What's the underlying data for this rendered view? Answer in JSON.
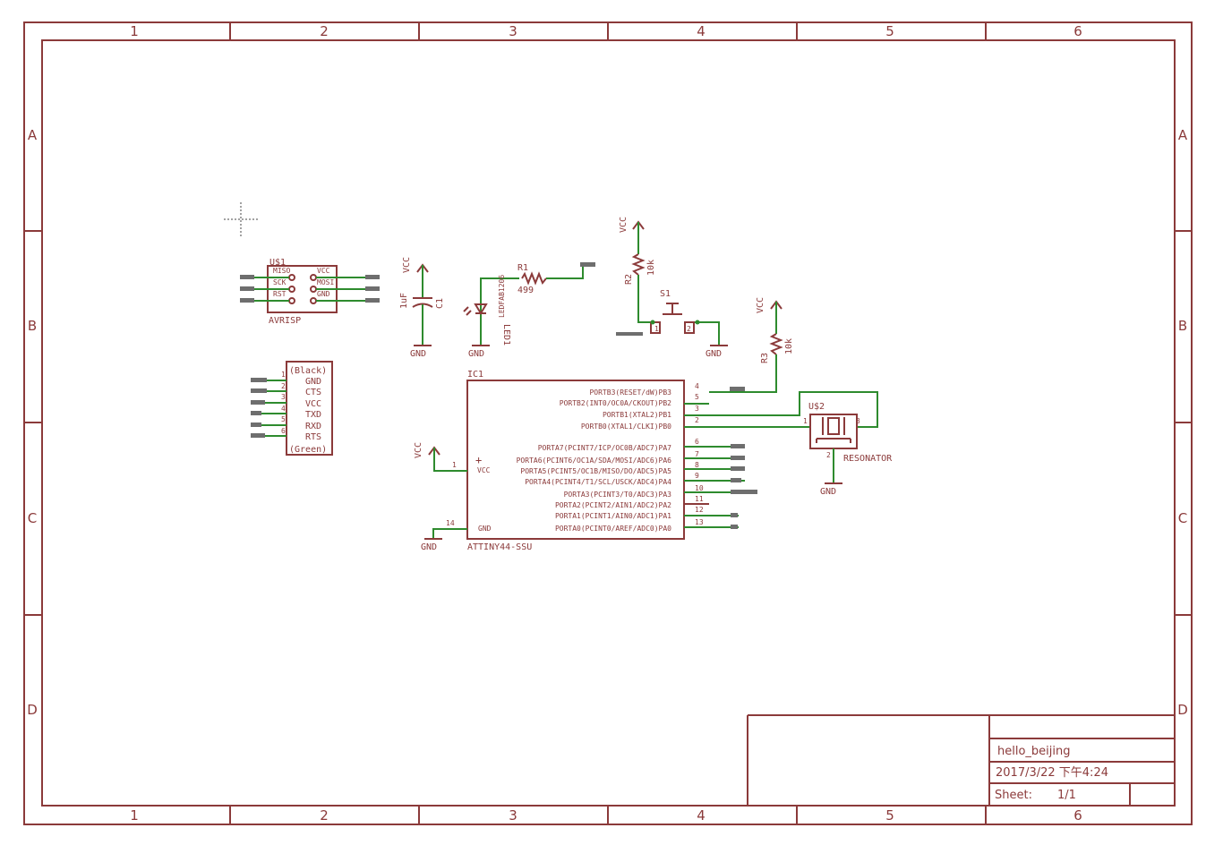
{
  "grid": {
    "columns": [
      "1",
      "2",
      "3",
      "4",
      "5",
      "6"
    ],
    "rows": [
      "A",
      "B",
      "C",
      "D"
    ]
  },
  "title_block": {
    "name": "hello_beijing",
    "date": "2017/3/22 下午4:24",
    "sheet_label": "Sheet:",
    "sheet_value": "1/1"
  },
  "components": {
    "isp": {
      "ref": "U$1",
      "value": "AVRISP",
      "pins_left": [
        "MISO",
        "SCK",
        "RST"
      ],
      "pins_right": [
        "VCC",
        "MOSI",
        "GND"
      ]
    },
    "ftdi": {
      "top": "(Black)",
      "bottom": "(Green)",
      "pins": [
        "GND",
        "CTS",
        "VCC",
        "TXD",
        "RXD",
        "RTS"
      ],
      "nums": [
        "1",
        "2",
        "3",
        "4",
        "5",
        "6"
      ]
    },
    "cap": {
      "ref": "C1",
      "value": "1uF",
      "net": "VCC",
      "gnd": "GND"
    },
    "led": {
      "ref": "LED1",
      "value": "LEDFAB1206",
      "gnd": "GND"
    },
    "r1": {
      "ref": "R1",
      "value": "499"
    },
    "r2": {
      "ref": "R2",
      "value": "10k",
      "net": "VCC"
    },
    "switch": {
      "ref": "S1",
      "pin1": "1",
      "pin2": "2",
      "gnd": "GND"
    },
    "r3": {
      "ref": "R3",
      "value": "10k",
      "net": "VCC"
    },
    "mcu": {
      "ref": "IC1",
      "value": "ATTINY44-SSU",
      "vcc_net": "VCC",
      "gnd_net": "GND",
      "vcc_pin": "VCC",
      "vcc_num": "1",
      "gnd_pin": "GND",
      "gnd_num": "14",
      "pins": [
        {
          "name": "PORTB3(RESET/dW)PB3",
          "num": "4"
        },
        {
          "name": "PORTB2(INT0/OC0A/CKOUT)PB2",
          "num": "5"
        },
        {
          "name": "PORTB1(XTAL2)PB1",
          "num": "3"
        },
        {
          "name": "PORTB0(XTAL1/CLKI)PB0",
          "num": "2"
        },
        {
          "name": "PORTA7(PCINT7/ICP/OC0B/ADC7)PA7",
          "num": "6"
        },
        {
          "name": "PORTA6(PCINT6/OC1A/SDA/MOSI/ADC6)PA6",
          "num": "7"
        },
        {
          "name": "PORTA5(PCINT5/OC1B/MISO/DO/ADC5)PA5",
          "num": "8"
        },
        {
          "name": "PORTA4(PCINT4/T1/SCL/USCK/ADC4)PA4",
          "num": "9"
        },
        {
          "name": "PORTA3(PCINT3/T0/ADC3)PA3",
          "num": "10"
        },
        {
          "name": "PORTA2(PCINT2/AIN1/ADC2)PA2",
          "num": "11"
        },
        {
          "name": "PORTA1(PCINT1/AIN0/ADC1)PA1",
          "num": "12"
        },
        {
          "name": "PORTA0(PCINT0/AREF/ADC0)PA0",
          "num": "13"
        }
      ]
    },
    "resonator": {
      "ref": "U$2",
      "value": "RESONATOR",
      "pin1": "1",
      "pin2": "2",
      "pin3": "3",
      "gnd": "GND"
    }
  }
}
